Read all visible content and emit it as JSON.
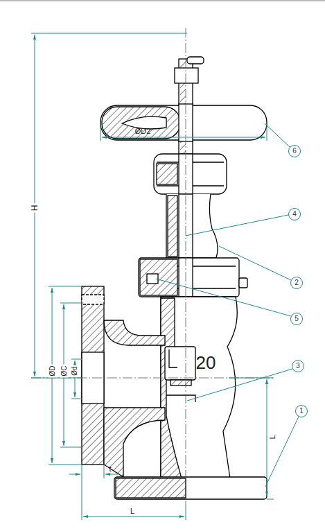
{
  "diagram": {
    "nodes": [
      {
        "text": [
          "6"
        ]
      },
      {
        "text": [
          "4"
        ]
      },
      {
        "text": [
          "2"
        ]
      },
      {
        "text": [
          "5"
        ]
      },
      {
        "text": [
          "3"
        ]
      },
      {
        "text": [
          "1"
        ]
      }
    ],
    "labels": [
      "H",
      "ØD2",
      "ØD",
      "ØC",
      "Ød",
      "20",
      "t",
      "L",
      "L"
    ]
  }
}
